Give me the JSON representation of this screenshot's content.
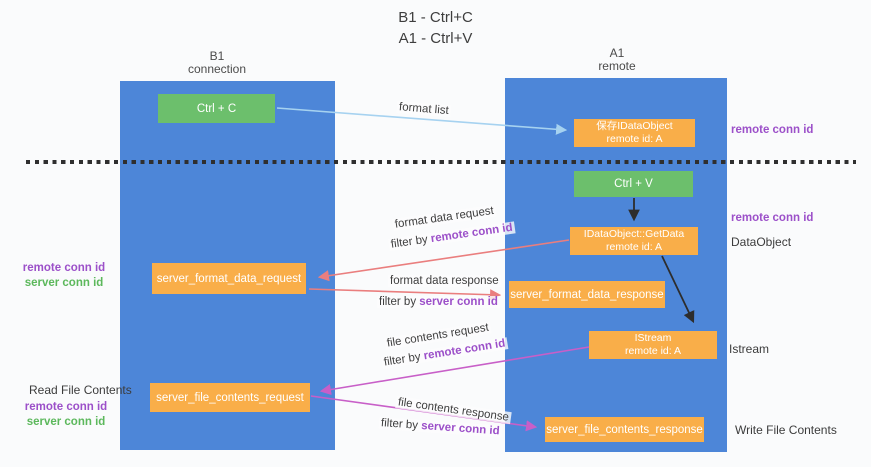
{
  "title": {
    "line1": "B1 - Ctrl+C",
    "line2": "A1 - Ctrl+V"
  },
  "lifelines": {
    "left": {
      "name": "B1",
      "role": "connection"
    },
    "right": {
      "name": "A1",
      "role": "remote"
    }
  },
  "nodes": {
    "ctrl_c": {
      "label": "Ctrl + C"
    },
    "ctrl_v": {
      "label": "Ctrl + V"
    },
    "save_dataobject": {
      "line1": "保存IDataObject",
      "line2": "remote id: A"
    },
    "getdata": {
      "line1": "IDataObject::GetData",
      "line2": "remote id: A"
    },
    "server_format_data_request": {
      "label": "server_format_data_request"
    },
    "server_format_data_response": {
      "label": "server_format_data_response"
    },
    "istream": {
      "line1": "IStream",
      "line2": "remote id: A"
    },
    "server_file_contents_request": {
      "label": "server_file_contents_request"
    },
    "server_file_contents_response": {
      "label": "server_file_contents_response"
    }
  },
  "edges": {
    "format_list": {
      "label": "format list"
    },
    "format_data_request": {
      "label": "format data request",
      "filter_prefix": "filter by ",
      "filter_id": "remote conn id"
    },
    "format_data_response": {
      "label": "format data response",
      "filter_prefix": "filter by ",
      "filter_id": "server conn id"
    },
    "file_contents_request": {
      "label": "file contents request",
      "filter_prefix": "filter by ",
      "filter_id": "remote conn id"
    },
    "file_contents_response": {
      "label": "file contents response",
      "filter_prefix": "filter by ",
      "filter_id": "server conn id"
    }
  },
  "annotations": {
    "left_top": {
      "remote": "remote conn id",
      "server": "server conn id"
    },
    "read_file": "Read File Contents",
    "left_bottom": {
      "remote": "remote conn id",
      "server": "server conn id"
    },
    "right_top_remote": "remote conn id",
    "right_mid_remote": "remote conn id",
    "dataobject": "DataObject",
    "istream": "Istream",
    "write_file": "Write File Contents"
  },
  "colors": {
    "lifeline_blue": "#4d86d8",
    "node_orange": "#f9ae49",
    "node_green": "#6cbf6c",
    "arrow_blue": "#a6d2f0",
    "arrow_salmon": "#ea7e7e",
    "arrow_magenta": "#c85fc8",
    "arrow_black": "#2d2d2d",
    "text_purple": "#9c50c9",
    "text_green": "#5cb85c"
  }
}
